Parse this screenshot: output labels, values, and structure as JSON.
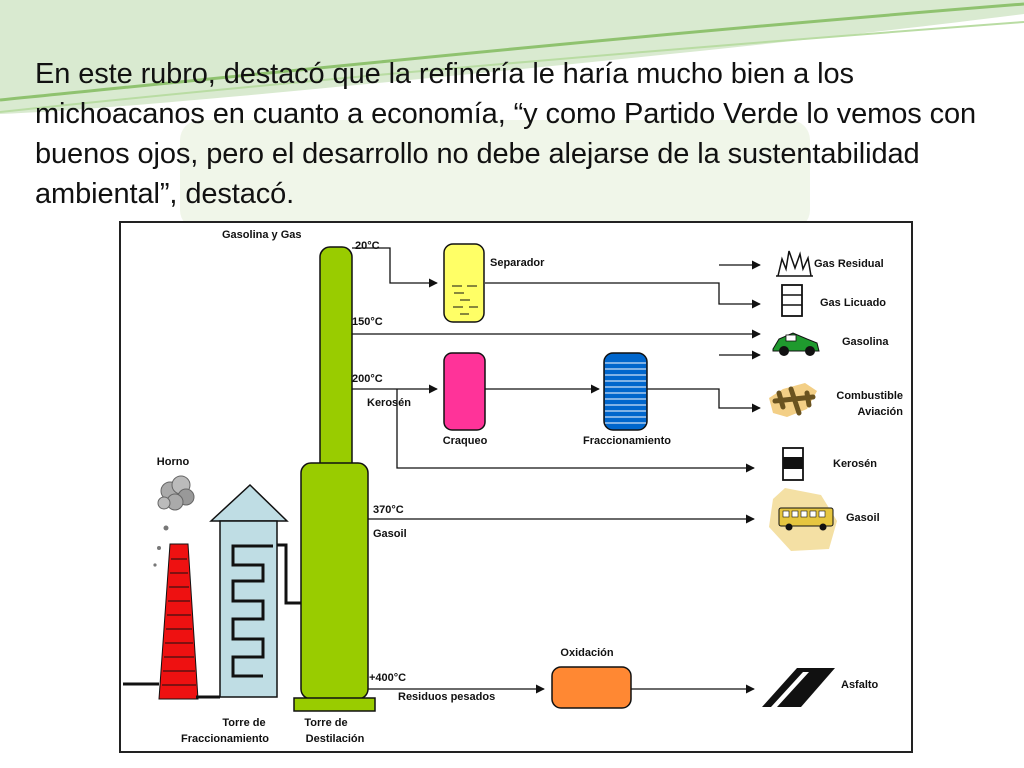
{
  "slide": {
    "quote": "En este rubro, destacó que la refinería le haría mucho bien a los michoacanos en cuanto a economía, “y como Partido Verde lo vemos con buenos ojos, pero el desarrollo no debe alejarse de la sustentabilidad ambiental”, destacó."
  },
  "diagram": {
    "top_label": "Gasolina y Gas",
    "temps": {
      "t20": "20°C",
      "t150": "150°C",
      "t200": "200°C",
      "t370": "370°C",
      "t400": "+400°C"
    },
    "streams": {
      "kerosene": "Kerosén",
      "gasoil": "Gasoil",
      "residues": "Residuos pesados"
    },
    "units": {
      "separator": "Separador",
      "cracking": "Craqueo",
      "fractionation": "Fraccionamiento",
      "oxidation": "Oxidación",
      "furnace": "Horno",
      "fractionation_tower": [
        "Torre de",
        "Fraccionamiento"
      ],
      "distillation_tower": [
        "Torre de",
        "Destilación"
      ]
    },
    "products": {
      "residual_gas": "Gas Residual",
      "lpg": "Gas Licuado",
      "gasoline": "Gasolina",
      "aviation_fuel": [
        "Combustible",
        "Aviación"
      ],
      "kerosene": "Kerosén",
      "gasoil": "Gasoil",
      "asphalt": "Asfalto"
    },
    "colors": {
      "tower": "#99cc00",
      "separator": "#ffff66",
      "cracking": "#ff3399",
      "fractionation": "#0066cc",
      "oxidation": "#ff8833",
      "chimney": "#ee1111",
      "exchanger": "#bfdde4"
    }
  }
}
